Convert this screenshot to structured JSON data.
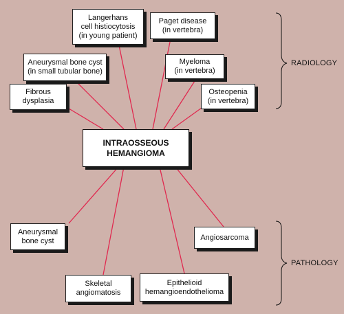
{
  "center": "INTRAOSSEOUS\nHEMANGIOMA",
  "radiology_label": "RADIOLOGY",
  "pathology_label": "PATHOLOGY",
  "radiology_items": [
    "Langerhans\ncell histiocytosis\n(in young patient)",
    "Paget disease\n(in vertebra)",
    "Aneurysmal bone cyst\n(in small tubular bone)",
    "Myeloma\n(in vertebra)",
    "Fibrous\ndysplasia",
    "Osteopenia\n(in vertebra)"
  ],
  "pathology_items": [
    "Aneurysmal\nbone cyst",
    "Angiosarcoma",
    "Skeletal\nangiomatosis",
    "Epithelioid\nhemangioendothelioma"
  ],
  "colors": {
    "background": "#cfb2ab",
    "connector": "#e0294f",
    "box_border": "#222222"
  }
}
